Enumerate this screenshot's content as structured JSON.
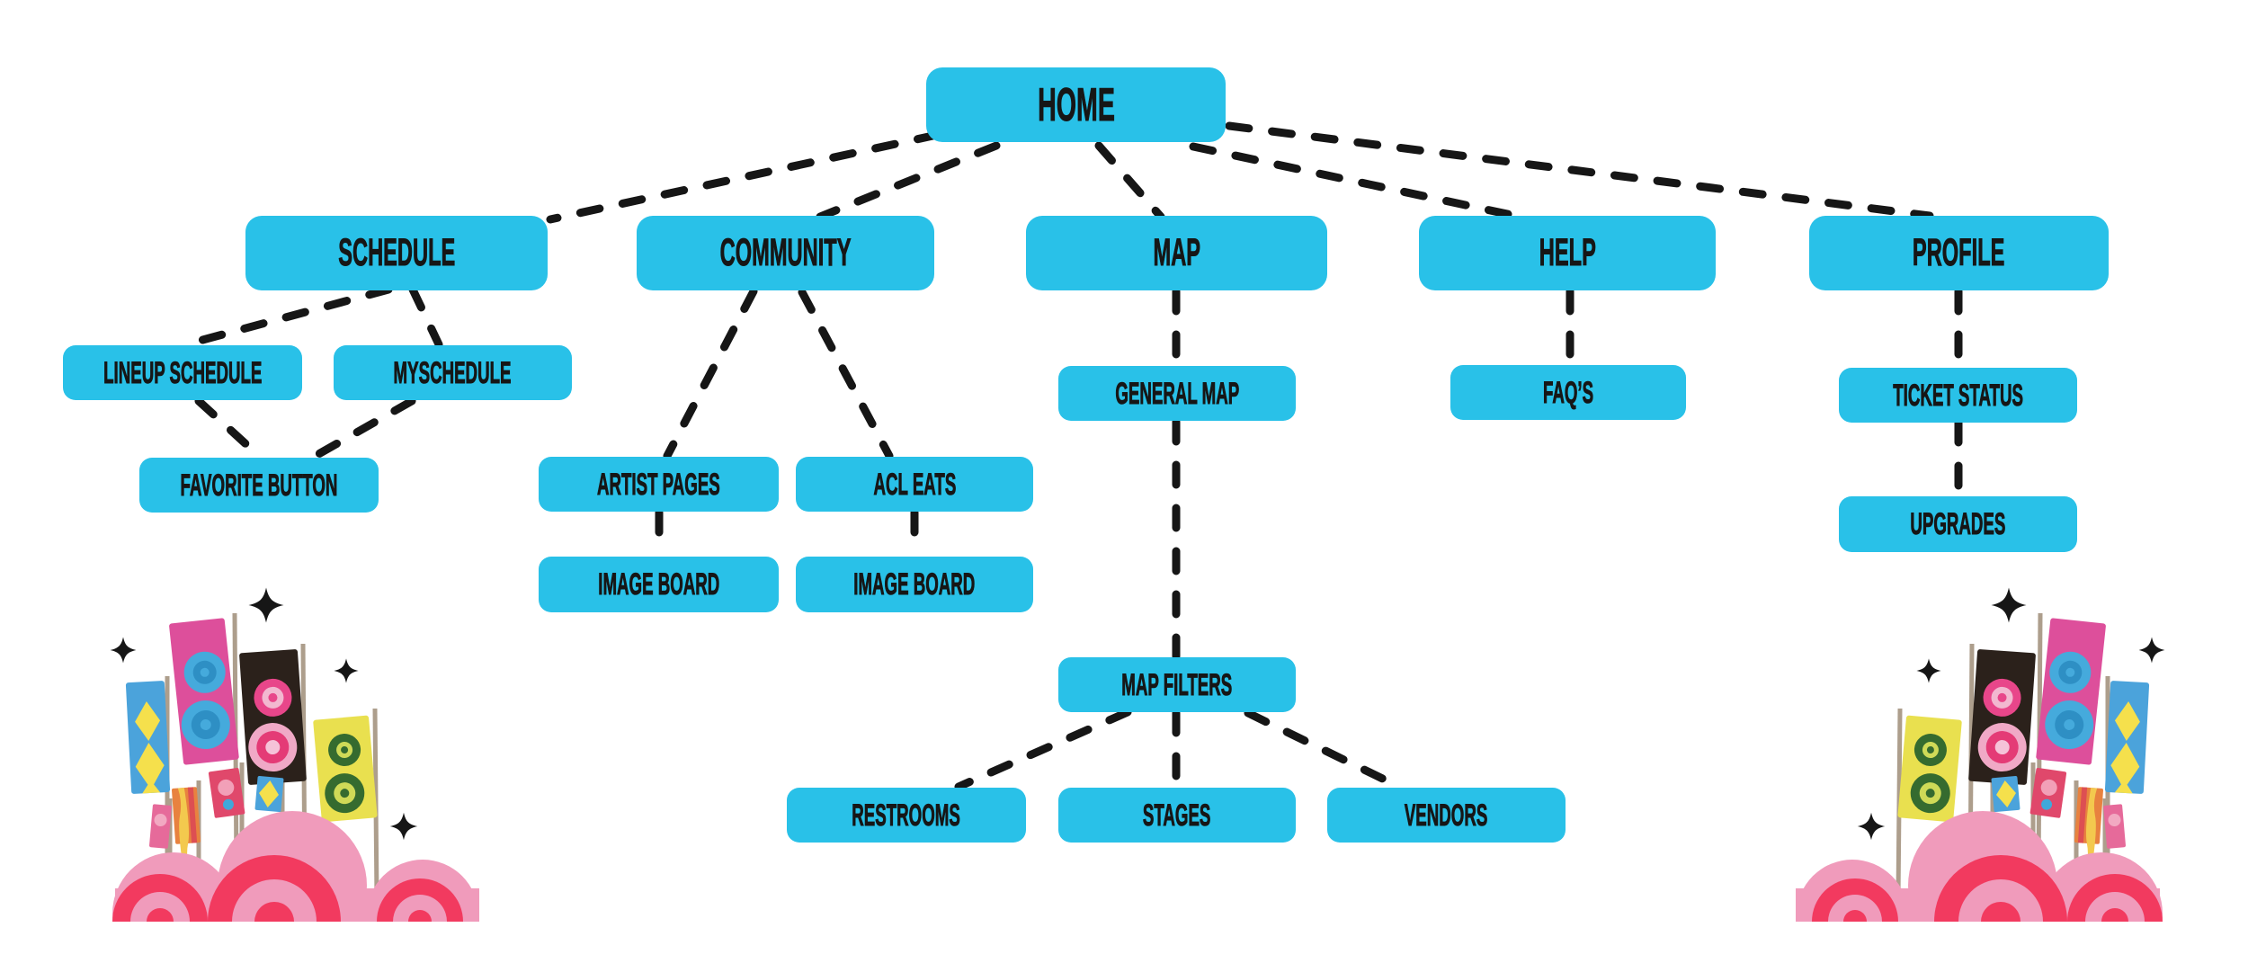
{
  "diagram": {
    "kind": "app-sitemap-flowchart",
    "nodes": {
      "home": {
        "label": "HOME",
        "level": 1
      },
      "schedule": {
        "label": "SCHEDULE",
        "level": 2
      },
      "community": {
        "label": "COMMUNITY",
        "level": 2
      },
      "map": {
        "label": "MAP",
        "level": 2
      },
      "help": {
        "label": "HELP",
        "level": 2
      },
      "profile": {
        "label": "PROFILE",
        "level": 2
      },
      "lineup_schedule": {
        "label": "LINEUP SCHEDULE",
        "level": 3
      },
      "myschedule": {
        "label": "MYSCHEDULE",
        "level": 3
      },
      "favorite_button": {
        "label": "FAVORITE BUTTON",
        "level": 3
      },
      "artist_pages": {
        "label": "ARTIST PAGES",
        "level": 3
      },
      "acl_eats": {
        "label": "ACL EATS",
        "level": 3
      },
      "image_board_artist": {
        "label": "IMAGE BOARD",
        "level": 3
      },
      "image_board_eats": {
        "label": "IMAGE BOARD",
        "level": 3
      },
      "general_map": {
        "label": "GENERAL MAP",
        "level": 3
      },
      "map_filters": {
        "label": "MAP FILTERS",
        "level": 3
      },
      "restrooms": {
        "label": "RESTROOMS",
        "level": 4
      },
      "stages": {
        "label": "STAGES",
        "level": 4
      },
      "vendors": {
        "label": "VENDORS",
        "level": 4
      },
      "faqs": {
        "label": "FAQ’S",
        "level": 3
      },
      "ticket_status": {
        "label": "TICKET STATUS",
        "level": 3
      },
      "upgrades": {
        "label": "UPGRADES",
        "level": 3
      }
    },
    "edges": [
      [
        "home",
        "schedule"
      ],
      [
        "home",
        "community"
      ],
      [
        "home",
        "map"
      ],
      [
        "home",
        "help"
      ],
      [
        "home",
        "profile"
      ],
      [
        "schedule",
        "lineup_schedule"
      ],
      [
        "schedule",
        "myschedule"
      ],
      [
        "lineup_schedule",
        "favorite_button"
      ],
      [
        "myschedule",
        "favorite_button"
      ],
      [
        "community",
        "artist_pages"
      ],
      [
        "community",
        "acl_eats"
      ],
      [
        "artist_pages",
        "image_board_artist"
      ],
      [
        "acl_eats",
        "image_board_eats"
      ],
      [
        "map",
        "general_map"
      ],
      [
        "general_map",
        "map_filters"
      ],
      [
        "map_filters",
        "restrooms"
      ],
      [
        "map_filters",
        "stages"
      ],
      [
        "map_filters",
        "vendors"
      ],
      [
        "help",
        "faqs"
      ],
      [
        "profile",
        "ticket_status"
      ],
      [
        "ticket_status",
        "upgrades"
      ]
    ],
    "edge_style": "thick-black-dashed"
  },
  "decorations": {
    "left": "festival flags with tie-dye circles, sparkles and pink cloud arches",
    "right": "mirrored festival flags with tie-dye circles, sparkles and pink cloud arches"
  },
  "colors": {
    "node_fill": "#29C1E8",
    "node_text": "#161616",
    "connector": "#161616",
    "cloud_light": "#F09BBB",
    "cloud_red": "#F23A5F",
    "background": "#FFFFFF"
  }
}
